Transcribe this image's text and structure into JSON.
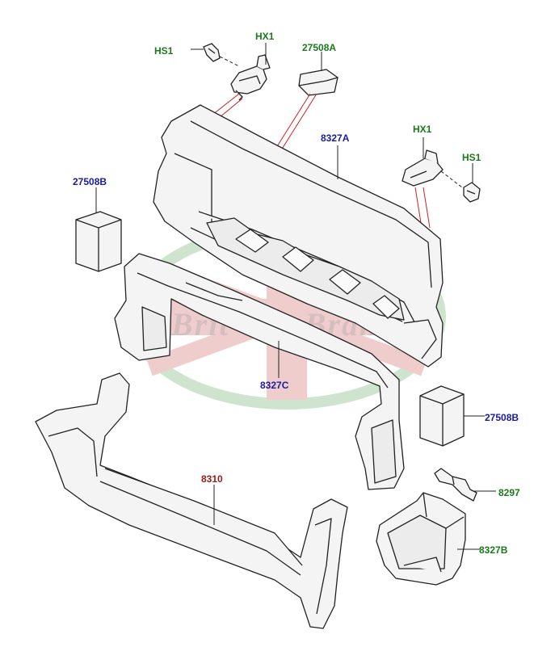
{
  "watermark": {
    "text": "Brit Car Brands"
  },
  "labels": {
    "hs1_top": "HS1",
    "hx1_top": "HX1",
    "p27508a": "27508A",
    "p8327a": "8327A",
    "hx1_right": "HX1",
    "hs1_right": "HS1",
    "p27508b_left": "27508B",
    "p8327c": "8327C",
    "p27508b_right": "27508B",
    "p8310": "8310",
    "p8297": "8297",
    "p8327b": "8327B"
  },
  "colors": {
    "green_label": "#1a7a1a",
    "blue_label": "#1a1aa0",
    "red_label": "#a01a1a",
    "leader_red": "#d02020",
    "line": "#222222",
    "part_fill": "#f4f4f4"
  }
}
